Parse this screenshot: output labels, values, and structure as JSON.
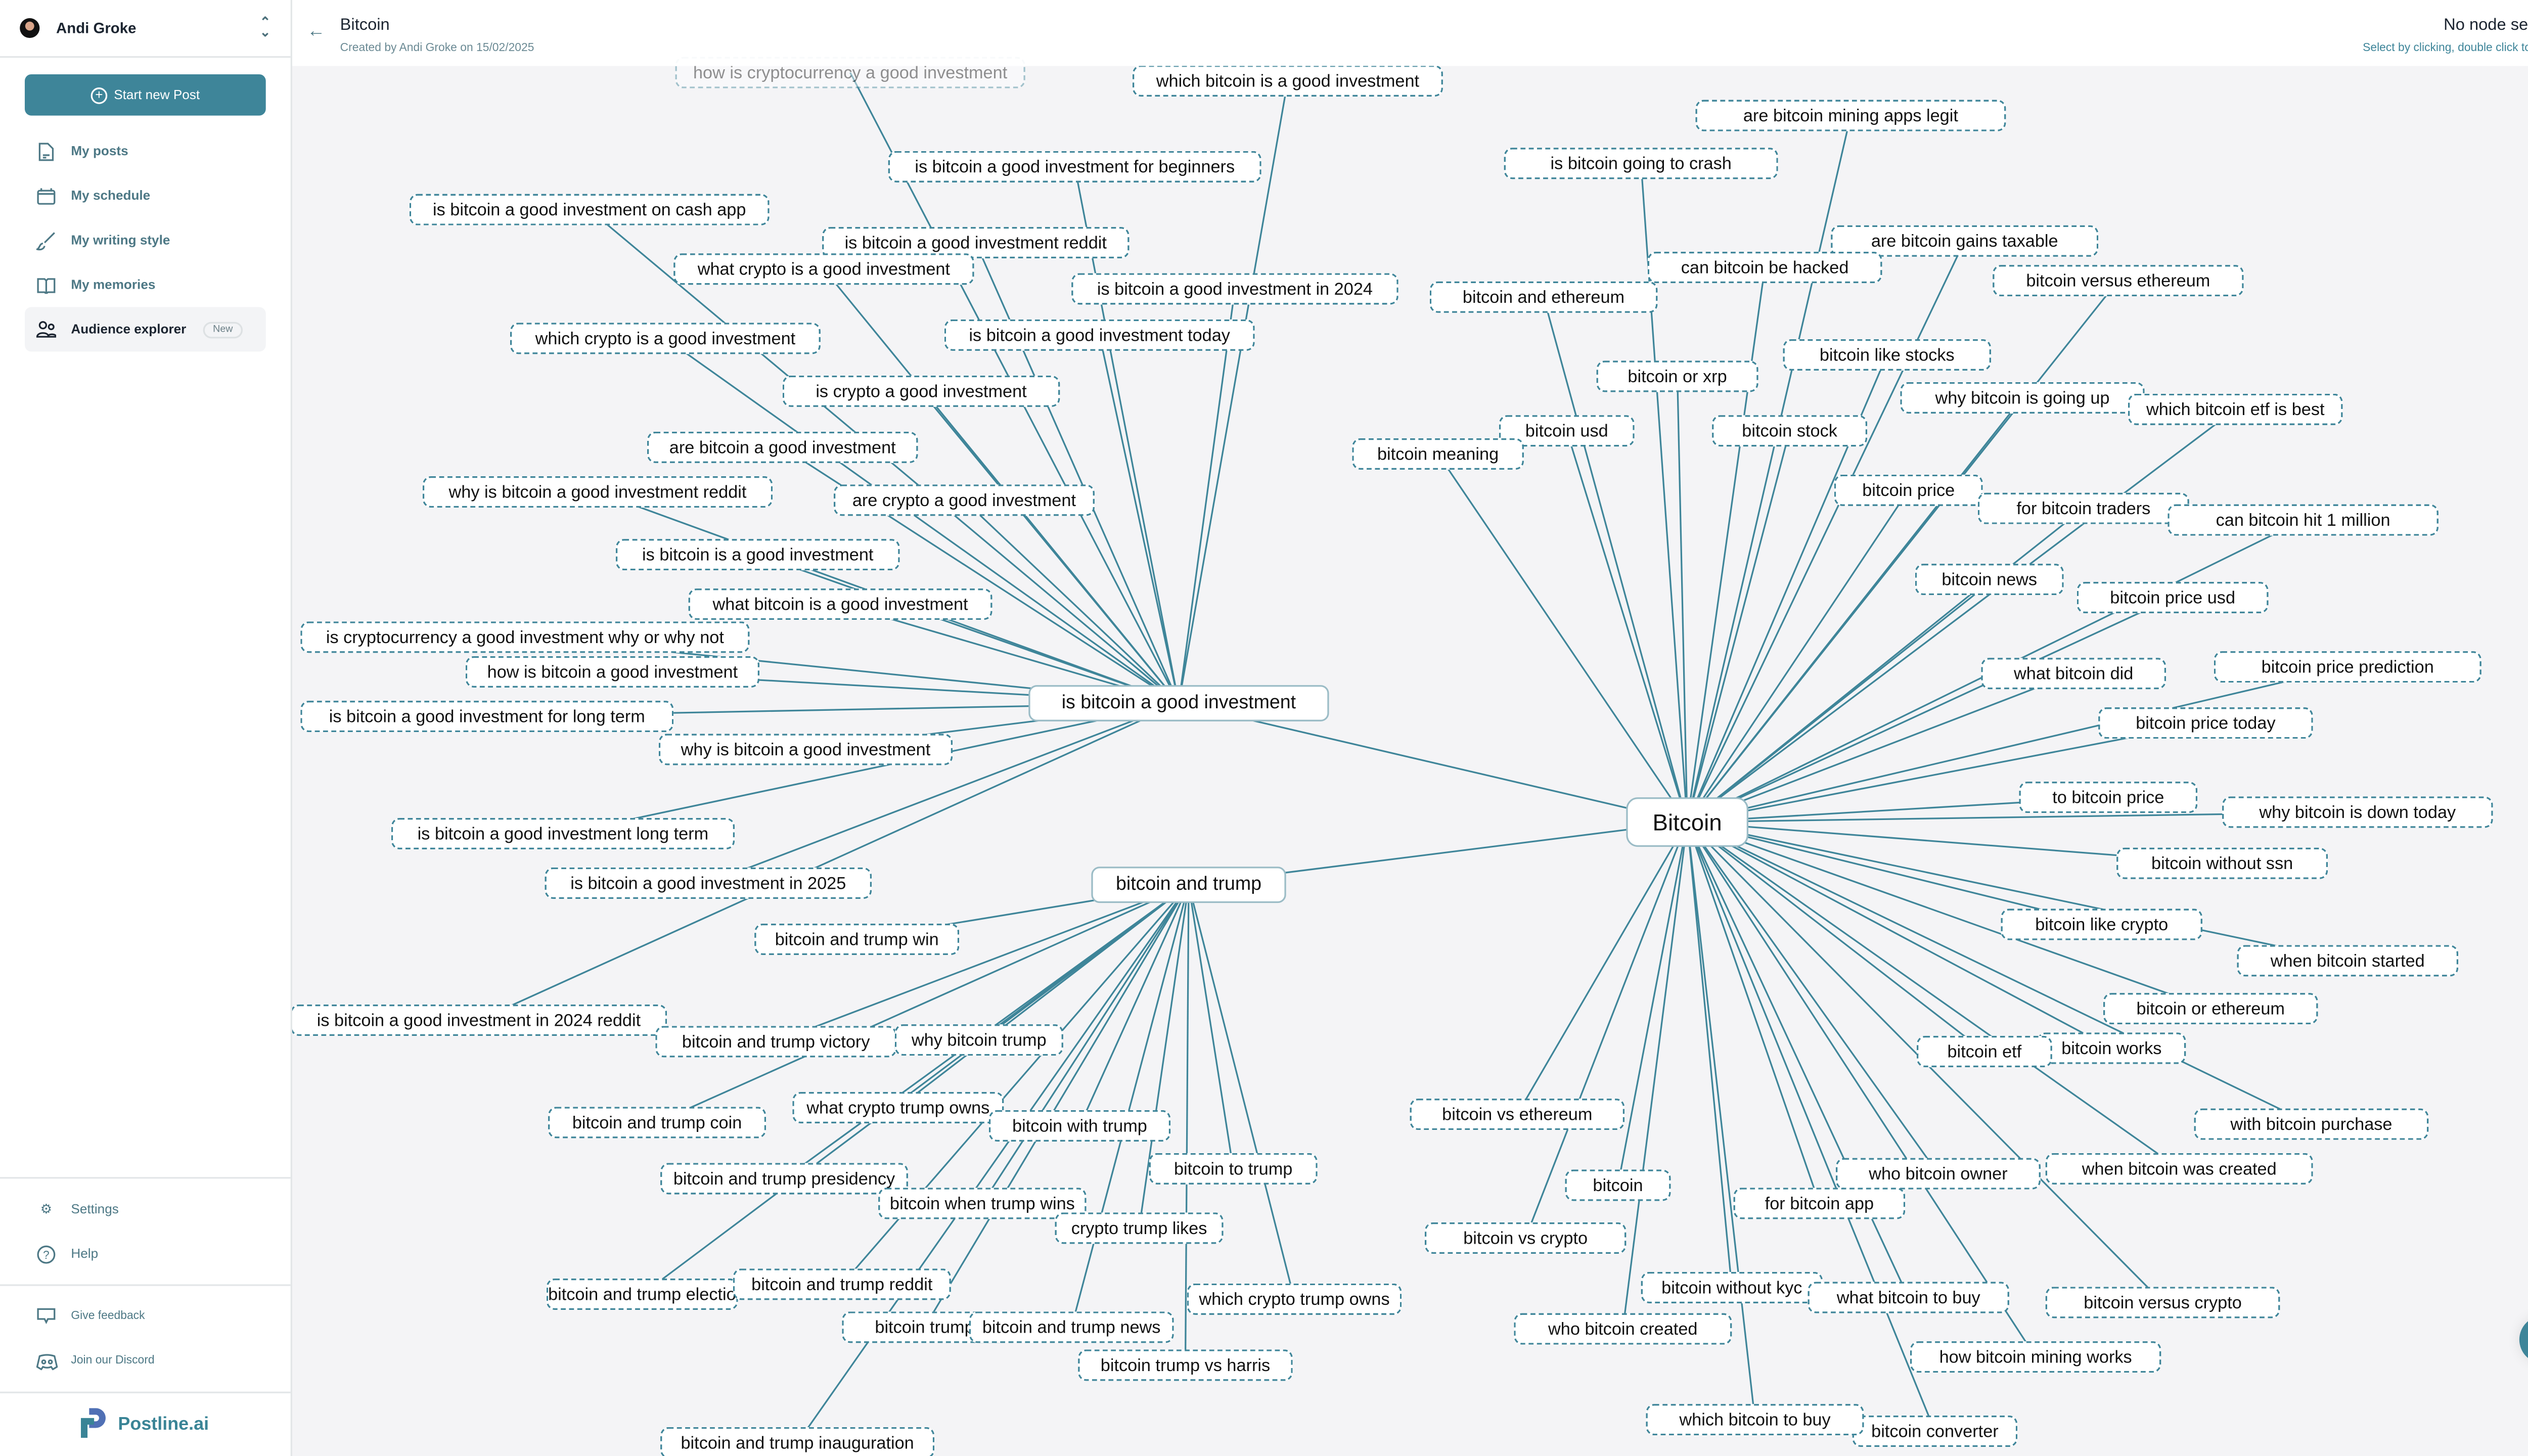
{
  "sidebar": {
    "user_name": "Andi Groke",
    "new_post_label": "Start new Post",
    "items": [
      {
        "label": "My posts",
        "icon": "document-icon"
      },
      {
        "label": "My schedule",
        "icon": "calendar-icon"
      },
      {
        "label": "My writing style",
        "icon": "brush-icon"
      },
      {
        "label": "My memories",
        "icon": "book-icon"
      },
      {
        "label": "Audience explorer",
        "icon": "users-icon",
        "badge": "New",
        "active": true
      }
    ],
    "settings_label": "Settings",
    "help_label": "Help",
    "feedback_label": "Give feedback",
    "discord_label": "Join our Discord",
    "brand": "Postline.ai"
  },
  "header": {
    "title": "Bitcoin",
    "subtitle": "Created by Andi Groke on 15/02/2025",
    "selection_status": "No node selected",
    "selection_hint": "Select by clicking, double click to expand"
  },
  "colors": {
    "accent": "#3e8599",
    "canvas": "#f4f4f6"
  },
  "graph": {
    "root": "Bitcoin",
    "hubs": [
      {
        "label": "is bitcoin a good investment"
      },
      {
        "label": "bitcoin and trump"
      }
    ],
    "nodes": [
      {
        "label": "how is cryptocurrency a good investment",
        "group": "investment"
      },
      {
        "label": "which bitcoin is a good investment",
        "group": "investment"
      },
      {
        "label": "is bitcoin a good investment for beginners",
        "group": "investment"
      },
      {
        "label": "is bitcoin a good investment on cash app",
        "group": "investment"
      },
      {
        "label": "is bitcoin a good investment reddit",
        "group": "investment"
      },
      {
        "label": "what crypto is a good investment",
        "group": "investment"
      },
      {
        "label": "is bitcoin a good investment in 2024",
        "group": "investment"
      },
      {
        "label": "which crypto is a good investment",
        "group": "investment"
      },
      {
        "label": "is bitcoin a good investment today",
        "group": "investment"
      },
      {
        "label": "is crypto a good investment",
        "group": "investment"
      },
      {
        "label": "are bitcoin a good investment",
        "group": "investment"
      },
      {
        "label": "why is bitcoin a good investment reddit",
        "group": "investment"
      },
      {
        "label": "are crypto a good investment",
        "group": "investment"
      },
      {
        "label": "is bitcoin is a good investment",
        "group": "investment"
      },
      {
        "label": "is cryptocurrency a good investment why or why not",
        "group": "investment"
      },
      {
        "label": "what bitcoin is a good investment",
        "group": "investment"
      },
      {
        "label": "how is bitcoin a good investment",
        "group": "investment"
      },
      {
        "label": "is bitcoin a good investment for long term",
        "group": "investment"
      },
      {
        "label": "why is bitcoin a good investment",
        "group": "investment"
      },
      {
        "label": "is bitcoin a good investment long term",
        "group": "investment"
      },
      {
        "label": "is bitcoin a good investment in 2025",
        "group": "investment"
      },
      {
        "label": "is bitcoin a good investment in 2024 reddit",
        "group": "investment"
      },
      {
        "label": "bitcoin and trump win",
        "group": "trump"
      },
      {
        "label": "bitcoin and trump victory",
        "group": "trump"
      },
      {
        "label": "why bitcoin trump",
        "group": "trump"
      },
      {
        "label": "bitcoin and trump coin",
        "group": "trump"
      },
      {
        "label": "what crypto trump owns",
        "group": "trump"
      },
      {
        "label": "bitcoin with trump",
        "group": "trump"
      },
      {
        "label": "bitcoin and trump presidency",
        "group": "trump"
      },
      {
        "label": "bitcoin to trump",
        "group": "trump"
      },
      {
        "label": "bitcoin when trump wins",
        "group": "trump"
      },
      {
        "label": "crypto trump likes",
        "group": "trump"
      },
      {
        "label": "bitcoin and trump election",
        "group": "trump"
      },
      {
        "label": "bitcoin and trump reddit",
        "group": "trump"
      },
      {
        "label": "which crypto trump owns",
        "group": "trump"
      },
      {
        "label": "bitcoin trump",
        "group": "trump"
      },
      {
        "label": "bitcoin and trump news",
        "group": "trump"
      },
      {
        "label": "bitcoin trump vs harris",
        "group": "trump"
      },
      {
        "label": "bitcoin and trump inauguration",
        "group": "trump"
      },
      {
        "label": "are bitcoin mining apps legit",
        "group": "root"
      },
      {
        "label": "is bitcoin going to crash",
        "group": "root"
      },
      {
        "label": "are bitcoin gains taxable",
        "group": "root"
      },
      {
        "label": "can bitcoin be hacked",
        "group": "root"
      },
      {
        "label": "bitcoin and ethereum",
        "group": "root"
      },
      {
        "label": "bitcoin versus ethereum",
        "group": "root"
      },
      {
        "label": "bitcoin like stocks",
        "group": "root"
      },
      {
        "label": "bitcoin or xrp",
        "group": "root"
      },
      {
        "label": "why bitcoin is going up",
        "group": "root"
      },
      {
        "label": "which bitcoin etf is best",
        "group": "root"
      },
      {
        "label": "bitcoin usd",
        "group": "root"
      },
      {
        "label": "bitcoin stock",
        "group": "root"
      },
      {
        "label": "bitcoin meaning",
        "group": "root"
      },
      {
        "label": "bitcoin price",
        "group": "root"
      },
      {
        "label": "for bitcoin traders",
        "group": "root"
      },
      {
        "label": "can bitcoin hit 1 million",
        "group": "root"
      },
      {
        "label": "bitcoin news",
        "group": "root"
      },
      {
        "label": "bitcoin price usd",
        "group": "root"
      },
      {
        "label": "what bitcoin did",
        "group": "root"
      },
      {
        "label": "bitcoin price prediction",
        "group": "root"
      },
      {
        "label": "bitcoin price today",
        "group": "root"
      },
      {
        "label": "to bitcoin price",
        "group": "root"
      },
      {
        "label": "why bitcoin is down today",
        "group": "root"
      },
      {
        "label": "bitcoin without ssn",
        "group": "root"
      },
      {
        "label": "bitcoin like crypto",
        "group": "root"
      },
      {
        "label": "when bitcoin started",
        "group": "root"
      },
      {
        "label": "bitcoin or ethereum",
        "group": "root"
      },
      {
        "label": "bitcoin works",
        "group": "root"
      },
      {
        "label": "bitcoin etf",
        "group": "root"
      },
      {
        "label": "with bitcoin purchase",
        "group": "root"
      },
      {
        "label": "bitcoin vs ethereum",
        "group": "root"
      },
      {
        "label": "bitcoin",
        "group": "root"
      },
      {
        "label": "when bitcoin was created",
        "group": "root"
      },
      {
        "label": "who bitcoin owner",
        "group": "root"
      },
      {
        "label": "for bitcoin app",
        "group": "root"
      },
      {
        "label": "bitcoin vs crypto",
        "group": "root"
      },
      {
        "label": "bitcoin without kyc",
        "group": "root"
      },
      {
        "label": "what bitcoin to buy",
        "group": "root"
      },
      {
        "label": "bitcoin versus crypto",
        "group": "root"
      },
      {
        "label": "who bitcoin created",
        "group": "root"
      },
      {
        "label": "how bitcoin mining works",
        "group": "root"
      },
      {
        "label": "bitcoin converter",
        "group": "root"
      },
      {
        "label": "which bitcoin to buy",
        "group": "root"
      }
    ]
  }
}
